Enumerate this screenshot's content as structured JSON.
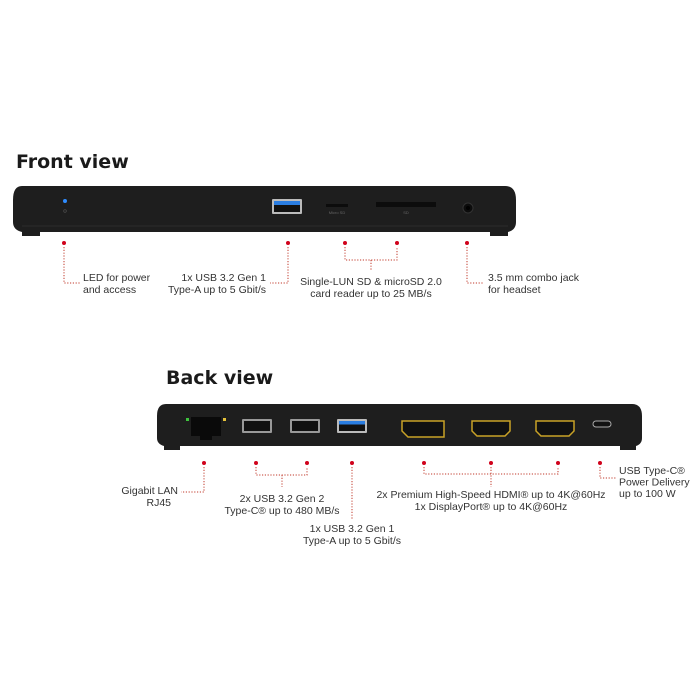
{
  "front": {
    "title": "Front view",
    "port_labels": {
      "microsd": "Micro SD",
      "sd": "SD"
    },
    "callouts": [
      {
        "lines": [
          "LED for power",
          "and access"
        ]
      },
      {
        "lines": [
          "1x USB 3.2 Gen 1",
          "Type-A up to 5 Gbit/s"
        ]
      },
      {
        "lines": [
          "Single-LUN SD & microSD 2.0",
          "card reader up to 25 MB/s"
        ]
      },
      {
        "lines": [
          "3.5 mm combo jack",
          "for headset"
        ]
      }
    ]
  },
  "back": {
    "title": "Back view",
    "callouts": [
      {
        "lines": [
          "Gigabit LAN",
          "RJ45"
        ]
      },
      {
        "lines": [
          "2x USB 3.2 Gen 2",
          "Type-C® up to 480 MB/s"
        ]
      },
      {
        "lines": [
          "1x USB 3.2 Gen 1",
          "Type-A up to 5 Gbit/s"
        ]
      },
      {
        "lines": [
          "2x Premium High-Speed HDMI® up to 4K@60Hz",
          "1x DisplayPort® up to 4K@60Hz"
        ]
      },
      {
        "lines": [
          "USB Type-C®",
          "Power Delivery",
          "up to 100 W"
        ]
      }
    ]
  },
  "colors": {
    "device": "#1e1e1e",
    "callout_dot": "#d0021b",
    "usb_blue": "#2a7de1",
    "led_blue": "#2f8cff",
    "gold": "#c9a227"
  }
}
